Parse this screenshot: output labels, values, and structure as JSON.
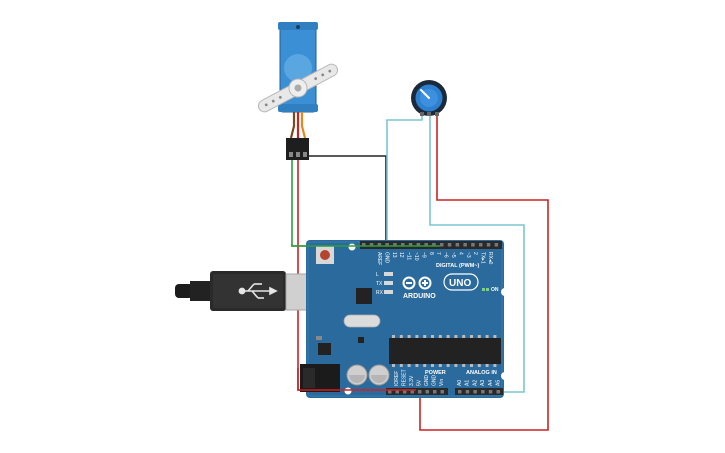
{
  "board": {
    "brand": "ARDUINO",
    "model": "UNO",
    "on_label": "ON",
    "digital_header_label": "DIGITAL (PWM~)",
    "power_label": "POWER",
    "analog_label": "ANALOG IN",
    "led_labels": [
      "L",
      "TX",
      "RX"
    ],
    "top_pin_labels": [
      "AREF",
      "GND",
      "13",
      "12",
      "~11",
      "~10",
      "~9",
      "8",
      "7",
      "~6",
      "~5",
      "4",
      "~3",
      "2",
      "TX▸1",
      "RX◂0"
    ],
    "power_pin_labels": [
      "IOREF",
      "RESET",
      "3.3V",
      "5V",
      "GND",
      "GND",
      "Vin"
    ],
    "analog_pin_labels": [
      "A0",
      "A1",
      "A2",
      "A3",
      "A4",
      "A5"
    ]
  },
  "colors": {
    "board": "#2b6a9c",
    "board_dark": "#1f4f78",
    "header": "#2a2a2a",
    "wire_green": "#2e9e3e",
    "wire_red": "#cc2222",
    "wire_black": "#222222",
    "wire_cyan": "#7cc6d0",
    "servo_body": "#3b8fd4",
    "pot_knob": "#2d7fd0"
  }
}
